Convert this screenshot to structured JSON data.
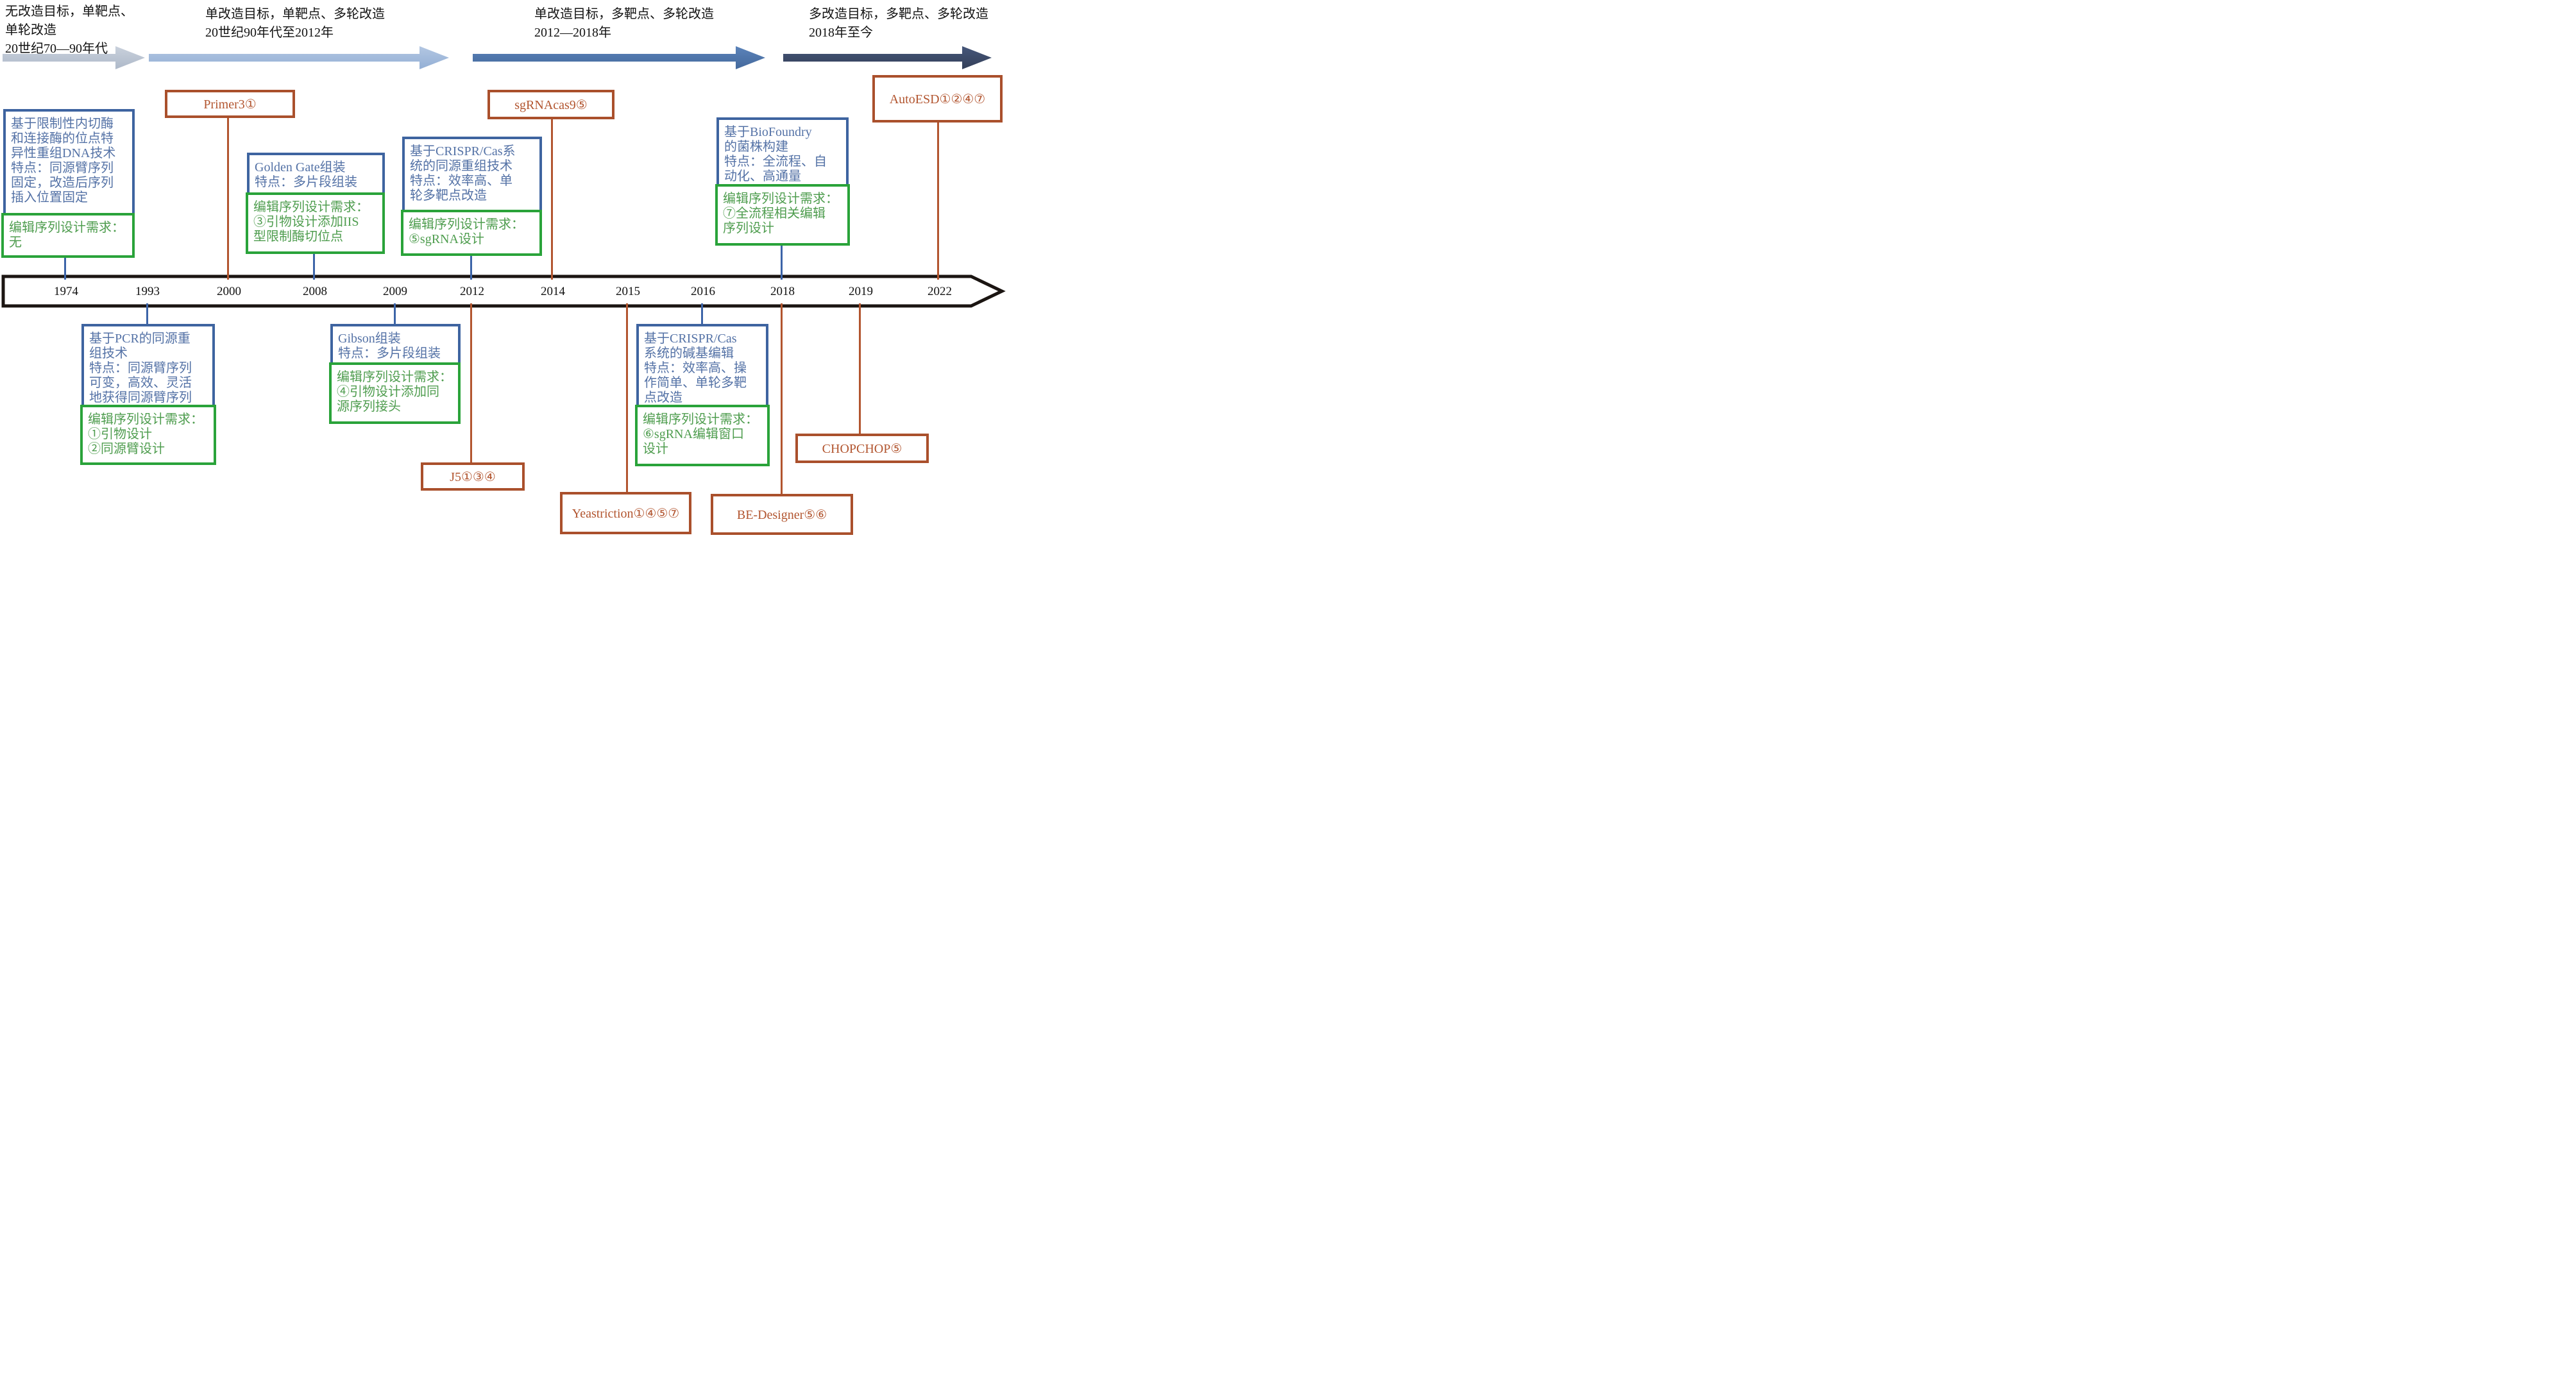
{
  "figure": {
    "title_hint": "基因组编辑序列设计技术发展时间线",
    "eras": [
      {
        "label": "无改造目标，单靶点、\n单轮改造\n20世纪70—90年代"
      },
      {
        "label": "单改造目标，单靶点、多轮改造\n20世纪90年代至2012年"
      },
      {
        "label": "单改造目标，多靶点、多轮改造\n2012—2018年"
      },
      {
        "label": "多改造目标，多靶点、多轮改造\n2018年至今"
      }
    ],
    "timeline": {
      "years": [
        "1974",
        "1993",
        "2000",
        "2008",
        "2009",
        "2012",
        "2014",
        "2015",
        "2016",
        "2018",
        "2019",
        "2022"
      ]
    },
    "tech_boxes": [
      {
        "year": "1974",
        "side": "above",
        "tech": "基于限制性内切酶\n和连接酶的位点特\n异性重组DNA技术\n特点：同源臂序列\n固定，改造后序列\n插入位置固定",
        "design": "编辑序列设计需求：\n无"
      },
      {
        "year": "2008",
        "side": "above",
        "tech": "Golden Gate组装\n特点：多片段组装",
        "design": "编辑序列设计需求：\n③引物设计添加IIS\n型限制酶切位点"
      },
      {
        "year": "2012",
        "side": "above",
        "tech": "基于CRISPR/Cas系\n统的同源重组技术\n特点：效率高、单\n轮多靶点改造",
        "design": "编辑序列设计需求：\n⑤sgRNA设计"
      },
      {
        "year": "2018",
        "side": "above",
        "tech": "基于BioFoundry\n的菌株构建\n特点：全流程、自\n动化、高通量",
        "design": "编辑序列设计需求：\n⑦全流程相关编辑\n序列设计"
      },
      {
        "year": "1993",
        "side": "below",
        "tech": "基于PCR的同源重\n组技术\n特点：同源臂序列\n可变，高效、灵活\n地获得同源臂序列",
        "design": "编辑序列设计需求：\n①引物设计\n②同源臂设计"
      },
      {
        "year": "2009",
        "side": "below",
        "tech": "Gibson组装\n特点：多片段组装",
        "design": "编辑序列设计需求：\n④引物设计添加同\n源序列接头"
      },
      {
        "year": "2016",
        "side": "below",
        "tech": "基于CRISPR/Cas\n系统的碱基编辑\n特点：效率高、操\n作简单、单轮多靶\n点改造",
        "design": "编辑序列设计需求：\n⑥sgRNA编辑窗口\n设计"
      }
    ],
    "tools": [
      {
        "label": "Primer3①",
        "year": "2000",
        "side": "above"
      },
      {
        "label": "sgRNAcas9⑤",
        "year": "2014",
        "side": "above"
      },
      {
        "label": "AutoESD①②④⑦",
        "year": "2022",
        "side": "above"
      },
      {
        "label": "J5①③④",
        "year": "2012",
        "side": "below"
      },
      {
        "label": "Yeastriction①④⑤⑦",
        "year": "2015",
        "side": "below"
      },
      {
        "label": "BE-Designer⑤⑥",
        "year": "2018",
        "side": "below"
      },
      {
        "label": "CHOPCHOP⑤",
        "year": "2019",
        "side": "below"
      }
    ],
    "colors": {
      "tech_box_border": "#3e64a0",
      "tech_box_text": "#5472a6",
      "design_box_border": "#2aa33a",
      "design_box_text": "#4f9d4f",
      "tool_box": "#b2552f",
      "timeline_outline": "#1b1512",
      "era_arrows": [
        "#b9c3d2",
        "#a2bbdc",
        "#4d78b2",
        "#3b4c68"
      ]
    }
  }
}
